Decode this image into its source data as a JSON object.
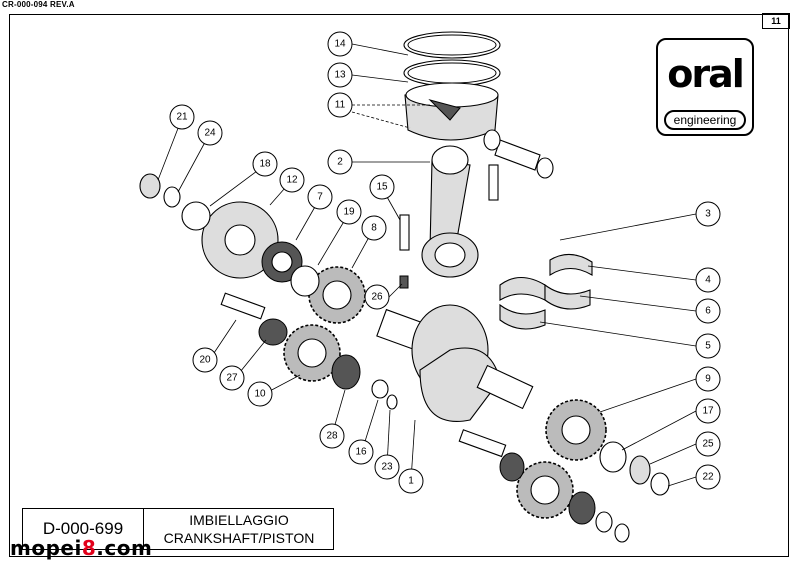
{
  "header": {
    "doc_code": "CR-000-094 REV.A",
    "page_number": "11"
  },
  "logo": {
    "word": "oral",
    "subtitle": "engineering"
  },
  "title_block": {
    "drawing_code": "D-000-699",
    "title_it": "IMBIELLAGGIO",
    "title_en": "CRANKSHAFT/PISTON"
  },
  "watermark": {
    "part1": "mopei",
    "part2": "8",
    "part3": ".com"
  },
  "callouts": [
    {
      "id": "c14",
      "label": "14"
    },
    {
      "id": "c13",
      "label": "13"
    },
    {
      "id": "c11",
      "label": "11"
    },
    {
      "id": "c2",
      "label": "2"
    },
    {
      "id": "c21",
      "label": "21"
    },
    {
      "id": "c24",
      "label": "24"
    },
    {
      "id": "c18",
      "label": "18"
    },
    {
      "id": "c12",
      "label": "12"
    },
    {
      "id": "c15",
      "label": "15"
    },
    {
      "id": "c7",
      "label": "7"
    },
    {
      "id": "c19",
      "label": "19"
    },
    {
      "id": "c8",
      "label": "8"
    },
    {
      "id": "c26",
      "label": "26"
    },
    {
      "id": "c20",
      "label": "20"
    },
    {
      "id": "c27",
      "label": "27"
    },
    {
      "id": "c10",
      "label": "10"
    },
    {
      "id": "c28",
      "label": "28"
    },
    {
      "id": "c16",
      "label": "16"
    },
    {
      "id": "c23",
      "label": "23"
    },
    {
      "id": "c1",
      "label": "1"
    },
    {
      "id": "c3",
      "label": "3"
    },
    {
      "id": "c4",
      "label": "4"
    },
    {
      "id": "c6",
      "label": "6"
    },
    {
      "id": "c5",
      "label": "5"
    },
    {
      "id": "c9",
      "label": "9"
    },
    {
      "id": "c17",
      "label": "17"
    },
    {
      "id": "c25",
      "label": "25"
    },
    {
      "id": "c22",
      "label": "22"
    }
  ]
}
